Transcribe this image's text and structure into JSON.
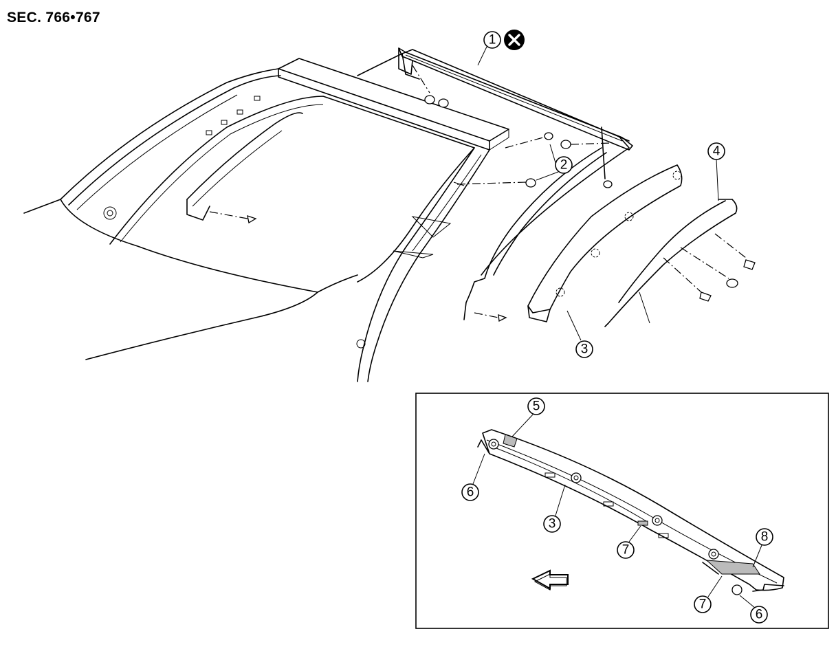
{
  "section": "SEC. 766•767",
  "callouts": {
    "c1": "1",
    "c2": "2",
    "c3": "3",
    "c4": "4",
    "inset_c5": "5",
    "inset_c6a": "6",
    "inset_c3": "3",
    "inset_c7a": "7",
    "inset_c8": "8",
    "inset_c7b": "7",
    "inset_c6b": "6"
  },
  "symbols": {
    "do_not_reuse": "x-circle-icon",
    "view_direction": "arrow-icon"
  }
}
